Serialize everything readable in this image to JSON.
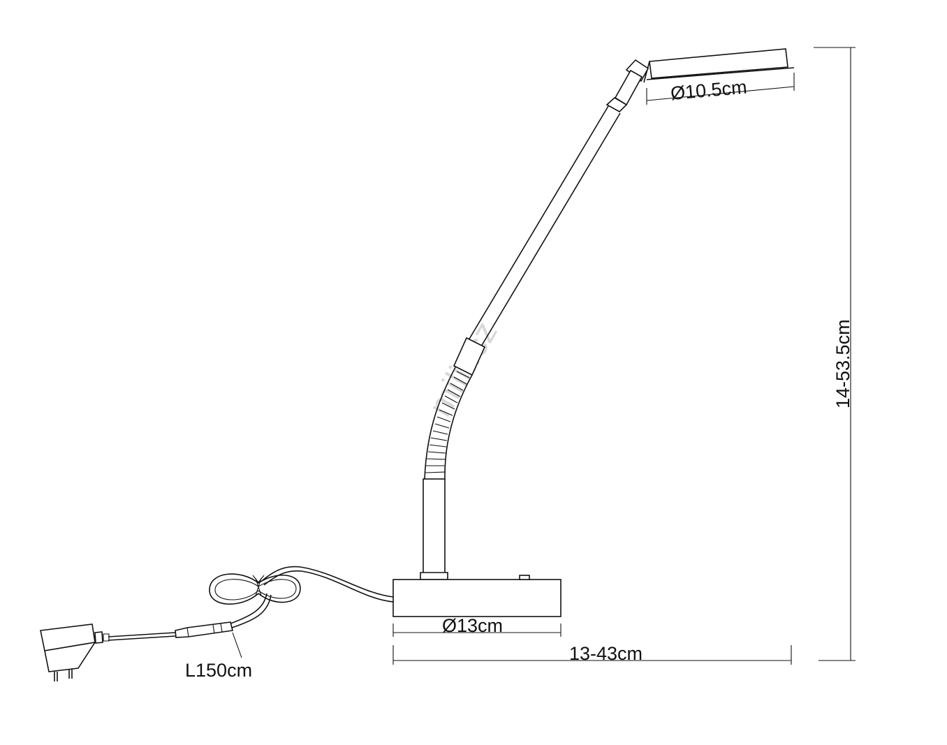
{
  "dimensions": {
    "head_diameter": "Ø10.5cm",
    "height": "14-53.5cm",
    "base_diameter": "Ø13cm",
    "reach": "13-43cm",
    "cable_length": "L150cm"
  },
  "watermark": "milit.cz"
}
